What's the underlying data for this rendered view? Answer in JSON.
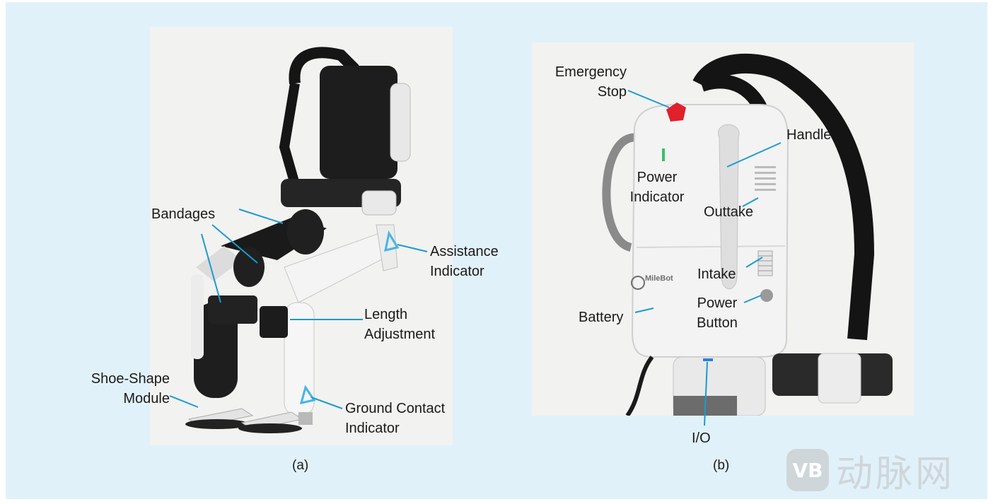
{
  "panel_a": {
    "caption": "(a)",
    "labels": {
      "bandages": "Bandages",
      "assistance_line1": "Assistance",
      "assistance_line2": "Indicator",
      "length_line1": "Length",
      "length_line2": "Adjustment",
      "shoe_line1": "Shoe-Shape",
      "shoe_line2": "Module",
      "ground_line1": "Ground Contact",
      "ground_line2": "Indicator"
    }
  },
  "panel_b": {
    "caption": "(b)",
    "brand": "MileBot",
    "labels": {
      "emergency_line1": "Emergency",
      "emergency_line2": "Stop",
      "handle": "Handle",
      "power_ind_line1": "Power",
      "power_ind_line2": "Indicator",
      "outtake": "Outtake",
      "intake": "Intake",
      "power_btn_line1": "Power",
      "power_btn_line2": "Button",
      "battery": "Battery",
      "io": "I/O"
    }
  },
  "watermark": {
    "logo_text": "VB",
    "text": "动脉网"
  },
  "colors": {
    "frame": "#e1f1fa",
    "leader": "#1b9bd1",
    "indicator_ring": "#46b4e8",
    "emergency": "#e0202a"
  }
}
